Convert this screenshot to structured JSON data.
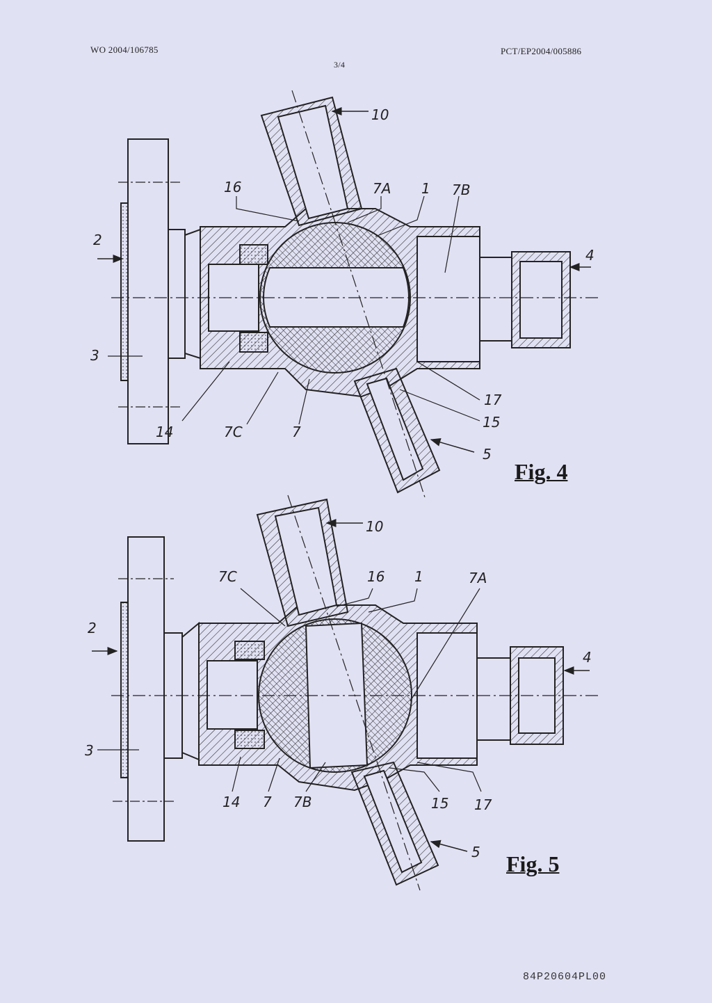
{
  "header": {
    "publication_number": "WO 2004/106785",
    "application_number": "PCT/EP2004/005886",
    "sheet": "3/4"
  },
  "figures": [
    {
      "caption": "Fig. 4",
      "labels": {
        "ref_10": "10",
        "ref_16": "16",
        "ref_7A": "7A",
        "ref_1": "1",
        "ref_7B": "7B",
        "ref_2": "2",
        "ref_4": "4",
        "ref_3": "3",
        "ref_17": "17",
        "ref_15": "15",
        "ref_14": "14",
        "ref_7C": "7C",
        "ref_7": "7",
        "ref_5": "5"
      }
    },
    {
      "caption": "Fig. 5",
      "labels": {
        "ref_10": "10",
        "ref_7C": "7C",
        "ref_16": "16",
        "ref_1": "1",
        "ref_7A": "7A",
        "ref_2": "2",
        "ref_4": "4",
        "ref_3": "3",
        "ref_14": "14",
        "ref_7": "7",
        "ref_7B": "7B",
        "ref_15": "15",
        "ref_17": "17",
        "ref_5": "5"
      }
    }
  ],
  "footer": {
    "code": "84P20604PL00"
  },
  "colors": {
    "paper": "#e1e1f4",
    "ink": "#222222"
  }
}
